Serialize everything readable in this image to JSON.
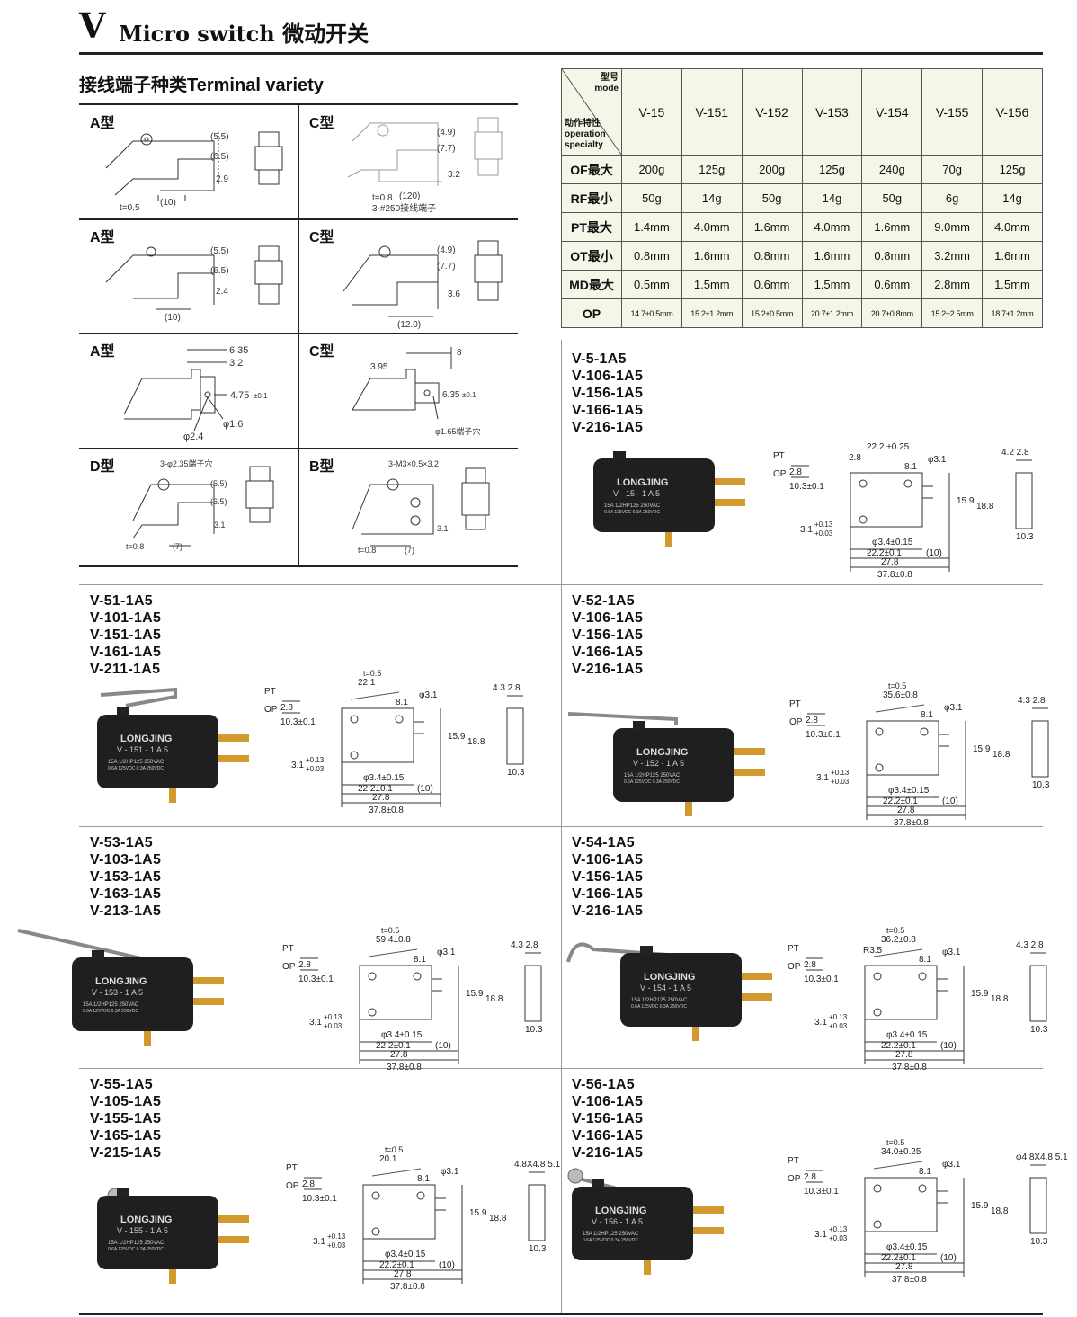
{
  "header": {
    "letter": "V",
    "title": "Micro switch 微动开关"
  },
  "terminal": {
    "title": "接线端子种类Terminal variety",
    "cells": [
      {
        "label": "A型"
      },
      {
        "label": "C型"
      },
      {
        "label": "A型"
      },
      {
        "label": "C型"
      },
      {
        "label": "A型"
      },
      {
        "label": "C型"
      },
      {
        "label": "D型"
      },
      {
        "label": "B型"
      }
    ],
    "annotations": {
      "c1_b1": "(4.9)",
      "c1_b2": "(7.7)",
      "c1_b3": "3.2",
      "c1_t": "t=0.8",
      "c1_w": "(120)",
      "c1_note": "3-#250接线端子",
      "a1_b1": "(5.5)",
      "a1_b2": "(6.5)",
      "a1_b3": "2.9",
      "a1_t": "t=0.5",
      "a1_w": "(10)",
      "a2_b1": "(5.5)",
      "a2_b2": "(6.5)",
      "a2_b3": "2.4",
      "a2_w": "(10)",
      "c2_b1": "(4.9)",
      "c2_b2": "(7.7)",
      "c2_b3": "3.6",
      "c2_w": "(12.0)",
      "a3_d1": "6.35",
      "a3_d2": "3.2",
      "a3_d3": "4.75",
      "a3_d3t": "±0.1",
      "a3_d4": "φ1.6",
      "a3_d5": "φ2.4",
      "c3_d1": "8",
      "c3_d2": "3.95",
      "c3_d3": "6.35",
      "c3_d3t": "±0.1",
      "c3_d4": "φ1.65端子穴",
      "d_note": "3-φ2.35端子穴",
      "d_b1": "(5.5)",
      "d_b2": "(6.5)",
      "d_b3": "3.1",
      "d_t": "t=0.8",
      "d_w": "(7)",
      "b_note": "3-M3×0.5×3.2",
      "b_b3": "3.1",
      "b_t": "t=0.8",
      "b_w": "(7)"
    }
  },
  "spec_table": {
    "corner_model_cn": "型号",
    "corner_model_en": "mode",
    "corner_op_cn": "动作特性",
    "corner_op_en1": "operation",
    "corner_op_en2": "specialty",
    "columns": [
      "V-15",
      "V-151",
      "V-152",
      "V-153",
      "V-154",
      "V-155",
      "V-156"
    ],
    "rows": [
      {
        "name": "OF最大",
        "values": [
          "200g",
          "125g",
          "200g",
          "125g",
          "240g",
          "70g",
          "125g"
        ]
      },
      {
        "name": "RF最小",
        "values": [
          "50g",
          "14g",
          "50g",
          "14g",
          "50g",
          "6g",
          "14g"
        ]
      },
      {
        "name": "PT最大",
        "values": [
          "1.4mm",
          "4.0mm",
          "1.6mm",
          "4.0mm",
          "1.6mm",
          "9.0mm",
          "4.0mm"
        ]
      },
      {
        "name": "OT最小",
        "values": [
          "0.8mm",
          "1.6mm",
          "0.8mm",
          "1.6mm",
          "0.8mm",
          "3.2mm",
          "1.6mm"
        ]
      },
      {
        "name": "MD最大",
        "values": [
          "0.5mm",
          "1.5mm",
          "0.6mm",
          "1.5mm",
          "0.6mm",
          "2.8mm",
          "1.5mm"
        ]
      },
      {
        "name": "OP",
        "values": [
          "14.7±0.5mm",
          "15.2±1.2mm",
          "15.2±0.5mm",
          "20.7±1.2mm",
          "20.7±0.8mm",
          "15.2±2.5mm",
          "18.7±1.2mm"
        ]
      }
    ]
  },
  "brand": "LONGJING",
  "rating1": "15A 1/2HP125 250VAC",
  "rating2": "0.6A 125VDC 0.3A 250VDC",
  "dims": {
    "pt": "PT",
    "op": "OP",
    "d28": "2.8",
    "d103": "10.3±0.1",
    "d31": "3.1",
    "tol": "+0.13",
    "tolb": "+0.03",
    "d34": "φ3.4±0.15",
    "d222": "22.2±0.1",
    "d278": "27.8",
    "d378": "37.8±0.8",
    "d10": "(10)",
    "d159": "15.9",
    "d188": "18.8",
    "d103b": "10.3",
    "d81": "8.1",
    "phi31": "φ3.1"
  },
  "sections": [
    {
      "id": "s1",
      "models": [
        "V-5-1A5",
        "V-106-1A5",
        "V-156-1A5",
        "V-166-1A5",
        "V-216-1A5"
      ],
      "sw_label": "V - 15 - 1 A 5",
      "top": "22.2 ±0.25",
      "top2": "2.8",
      "wtop": "4.2 2.8",
      "lever": "none",
      "t": ""
    },
    {
      "id": "s2",
      "models": [
        "V-51-1A5",
        "V-101-1A5",
        "V-151-1A5",
        "V-161-1A5",
        "V-211-1A5"
      ],
      "sw_label": "V - 151 - 1 A 5",
      "top": "22.1",
      "top2": "",
      "wtop": "4.3 2.8",
      "lever": "short",
      "t": "t=0.5"
    },
    {
      "id": "s3",
      "models": [
        "V-52-1A5",
        "V-106-1A5",
        "V-156-1A5",
        "V-166-1A5",
        "V-216-1A5"
      ],
      "sw_label": "V - 152 - 1 A 5",
      "top": "35.6±0.8",
      "top2": "",
      "wtop": "4.3 2.8",
      "lever": "mid",
      "t": "t=0.5"
    },
    {
      "id": "s4",
      "models": [
        "V-53-1A5",
        "V-103-1A5",
        "V-153-1A5",
        "V-163-1A5",
        "V-213-1A5"
      ],
      "sw_label": "V - 153 - 1 A 5",
      "top": "59.4±0.8",
      "top2": "",
      "wtop": "4.3 2.8",
      "lever": "long",
      "t": "t=0.5"
    },
    {
      "id": "s5",
      "models": [
        "V-54-1A5",
        "V-106-1A5",
        "V-156-1A5",
        "V-166-1A5",
        "V-216-1A5"
      ],
      "sw_label": "V - 154 - 1 A 5",
      "top": "36.2±0.8",
      "top2": "R3.5",
      "wtop": "4.3 2.8",
      "lever": "hook",
      "t": "t=0.5"
    },
    {
      "id": "s6",
      "models": [
        "V-55-1A5",
        "V-105-1A5",
        "V-155-1A5",
        "V-165-1A5",
        "V-215-1A5"
      ],
      "sw_label": "V - 155 - 1 A 5",
      "top": "20.1",
      "top2": "",
      "wtop": "4.8X4.8 5.1",
      "lever": "roller",
      "t": "t=0.5"
    },
    {
      "id": "s7",
      "models": [
        "V-56-1A5",
        "V-106-1A5",
        "V-156-1A5",
        "V-166-1A5",
        "V-216-1A5"
      ],
      "sw_label": "V - 156 - 1 A 5",
      "top": "34.0±0.25",
      "top2": "",
      "wtop": "φ4.8X4.8 5.1",
      "lever": "roller-long",
      "t": "t=0.5"
    }
  ]
}
